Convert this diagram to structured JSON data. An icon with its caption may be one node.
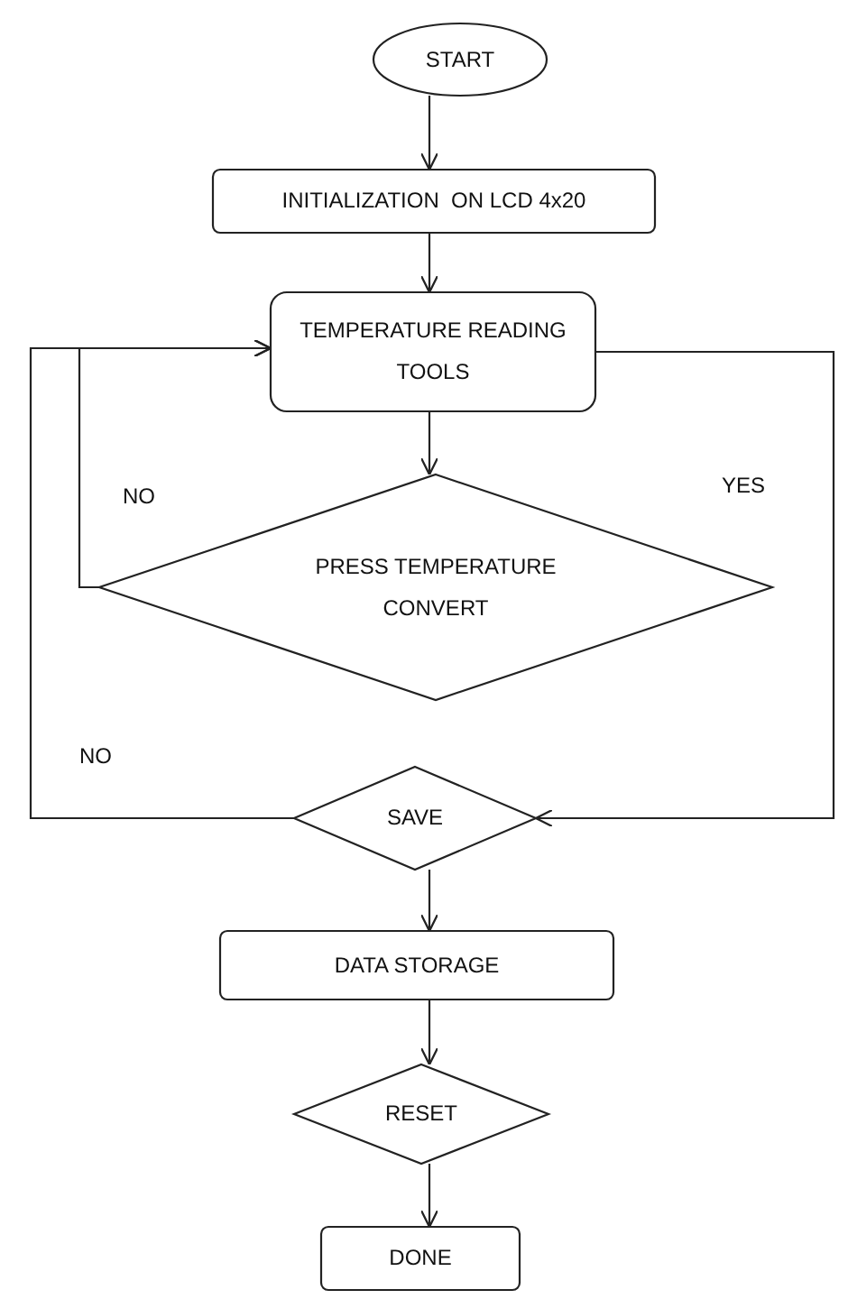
{
  "diagram": {
    "nodes": [
      {
        "text": [
          "START"
        ]
      },
      {
        "text": [
          "INITIALIZATION  ON LCD 4x20"
        ]
      },
      {
        "text": [
          "TEMPERATURE READING TOOLS"
        ]
      },
      {
        "text": [
          "PRESS TEMPERATURE CONVERT"
        ]
      },
      {
        "text": [
          "SAVE"
        ]
      },
      {
        "text": [
          "DATA STORAGE"
        ]
      },
      {
        "text": [
          "RESET"
        ]
      },
      {
        "text": [
          "DONE"
        ]
      }
    ],
    "edges": [
      {
        "from": 0,
        "to": 1,
        "arrow": "to"
      },
      {
        "from": 1,
        "to": 2,
        "arrow": "to"
      },
      {
        "from": 2,
        "to": 3,
        "arrow": "to"
      },
      {
        "from": 3,
        "to": 2,
        "arrow": "to",
        "label": "NO"
      },
      {
        "from": 2,
        "to": 4,
        "arrow": "to",
        "label": "YES"
      },
      {
        "from": 4,
        "to": 2,
        "arrow": "to",
        "label": "NO"
      },
      {
        "from": 4,
        "to": 5,
        "arrow": "to"
      },
      {
        "from": 5,
        "to": 6,
        "arrow": "to"
      },
      {
        "from": 6,
        "to": 7,
        "arrow": "to"
      }
    ]
  }
}
